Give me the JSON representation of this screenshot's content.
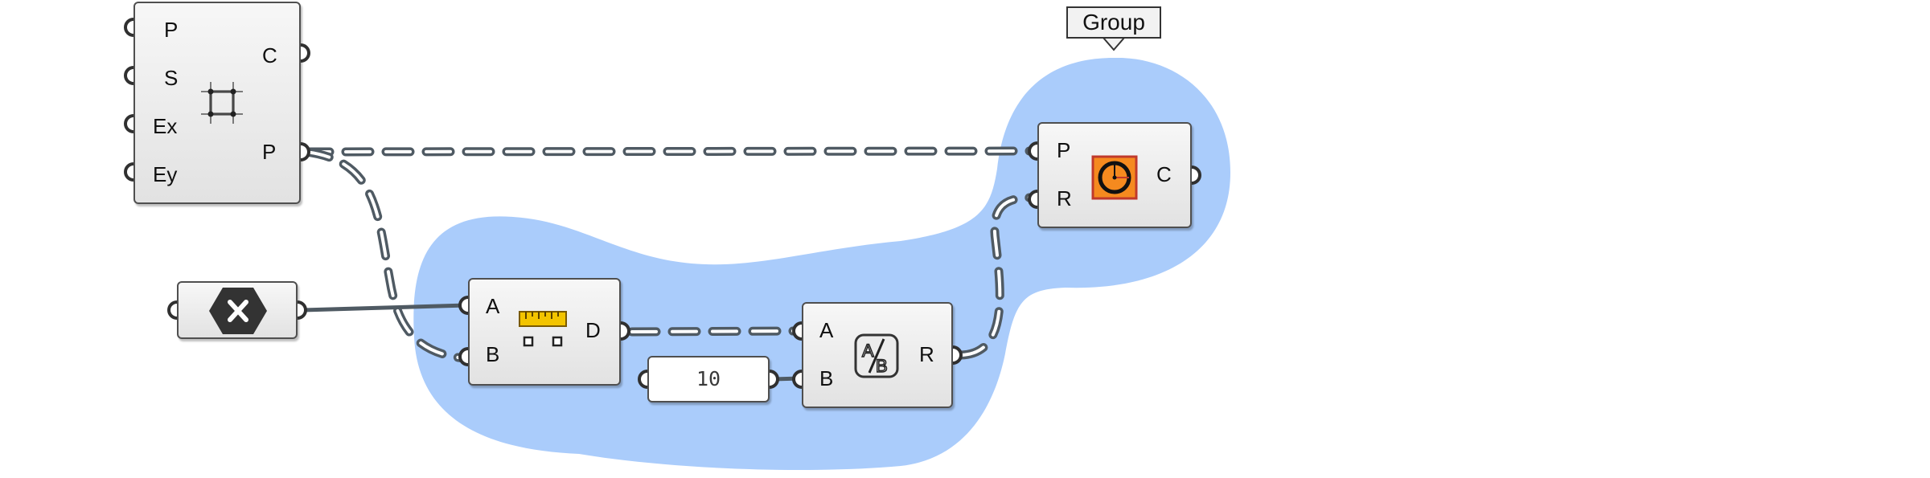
{
  "group": {
    "label": "Group",
    "fill_color": "#aaccfb"
  },
  "rectangle_component": {
    "icon": "rectangle-icon",
    "inputs": [
      "P",
      "S",
      "Ex",
      "Ey"
    ],
    "outputs": [
      "C",
      "P"
    ]
  },
  "cancel_param": {
    "icon": "close-icon"
  },
  "distance_component": {
    "icon": "ruler-distance-icon",
    "inputs": [
      "A",
      "B"
    ],
    "outputs": [
      "D"
    ]
  },
  "number_panel": {
    "value": "10"
  },
  "division_component": {
    "icon": "division-icon",
    "inputs": [
      "A",
      "B"
    ],
    "outputs": [
      "R"
    ]
  },
  "circle_component": {
    "icon": "circle-icon",
    "inputs": [
      "P",
      "R"
    ],
    "outputs": [
      "C"
    ]
  },
  "colors": {
    "wire": "#4f5a63",
    "node_border": "#4f4f4f",
    "icon_orange": "#f58a1f",
    "ruler_yellow": "#f3c400"
  }
}
